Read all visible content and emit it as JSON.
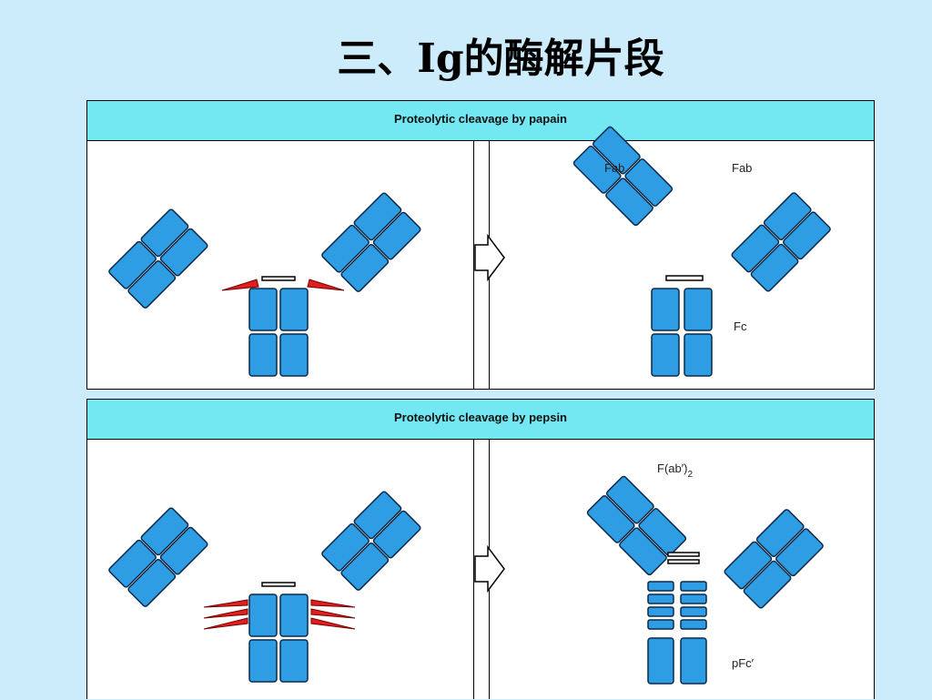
{
  "slide": {
    "title": "三、Ig的酶解片段"
  },
  "panels": [
    {
      "header": "Proteolytic cleavage by papain",
      "labels": {
        "fab_left": "Fab",
        "fab_right": "Fab",
        "fc": "Fc"
      }
    },
    {
      "header": "Proteolytic cleavage by pepsin",
      "labels": {
        "fab2": "F(ab′)",
        "fab2_sub": "2",
        "pfc": "pFc′"
      }
    }
  ],
  "colors": {
    "domain_fill": "#2e9de3",
    "cleavage_red": "#dd1f1f",
    "header_bg": "#73e8f2",
    "page_bg": "#ccecfb"
  }
}
